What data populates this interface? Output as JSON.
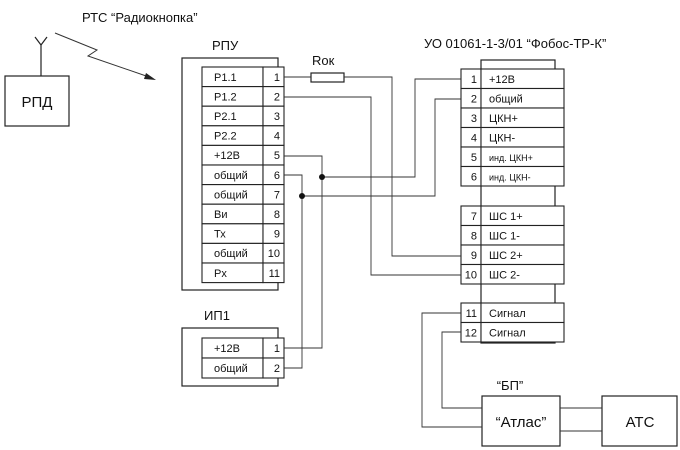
{
  "title": "РТС “Радиокнопка”",
  "transmitter": {
    "label": "РПД"
  },
  "receiver": {
    "title": "РПУ",
    "terminals": [
      {
        "name": "Р1.1",
        "num": "1"
      },
      {
        "name": "Р1.2",
        "num": "2"
      },
      {
        "name": "Р2.1",
        "num": "3"
      },
      {
        "name": "Р2.2",
        "num": "4"
      },
      {
        "name": "+12В",
        "num": "5"
      },
      {
        "name": "общий",
        "num": "6"
      },
      {
        "name": "общий",
        "num": "7"
      },
      {
        "name": "Ви",
        "num": "8"
      },
      {
        "name": "Тх",
        "num": "9"
      },
      {
        "name": "общий",
        "num": "10"
      },
      {
        "name": "Рх",
        "num": "11"
      }
    ]
  },
  "resistor": {
    "label": "Rок"
  },
  "power_supply": {
    "title": "ИП1",
    "terminals": [
      {
        "name": "+12В",
        "num": "1"
      },
      {
        "name": "общий",
        "num": "2"
      }
    ]
  },
  "controller": {
    "title": "УО 01061-1-3/01 “Фобос-ТР-К”",
    "group1": [
      {
        "num": "1",
        "name": "+12В"
      },
      {
        "num": "2",
        "name": "общий"
      },
      {
        "num": "3",
        "name": "ЦКН+"
      },
      {
        "num": "4",
        "name": "ЦКН-"
      },
      {
        "num": "5",
        "name": "инд. ЦКН+"
      },
      {
        "num": "6",
        "name": "инд. ЦКН-"
      }
    ],
    "group2": [
      {
        "num": "7",
        "name": "ШС 1+"
      },
      {
        "num": "8",
        "name": "ШС 1-"
      },
      {
        "num": "9",
        "name": "ШС 2+"
      },
      {
        "num": "10",
        "name": "ШС 2-"
      }
    ],
    "group3": [
      {
        "num": "11",
        "name": "Сигнал"
      },
      {
        "num": "12",
        "name": "Сигнал"
      }
    ]
  },
  "bp_label": "“БП”",
  "atlas": {
    "label": "“Атлас”"
  },
  "ats": {
    "label": "АТС"
  }
}
